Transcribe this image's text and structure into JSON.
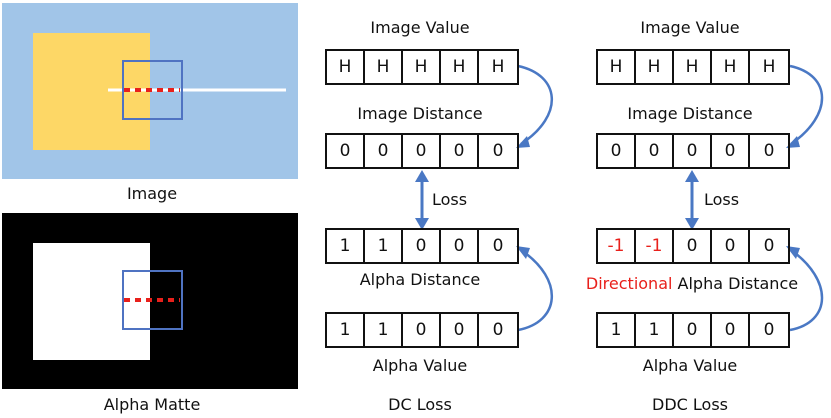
{
  "panels": {
    "image_caption": "Image",
    "alpha_caption": "Alpha Matte",
    "colors": {
      "sky": "#a1c5e8",
      "yellow": "#fdd766",
      "box": "#4f73c2",
      "dash_red": "#e8201b",
      "dash_white": "#ffffff",
      "matte_bg": "#000000",
      "matte_fg": "#ffffff"
    }
  },
  "dc": {
    "caption": "DC Loss",
    "image_value_label": "Image Value",
    "image_value": [
      "H",
      "H",
      "H",
      "H",
      "H"
    ],
    "image_distance_label": "Image Distance",
    "image_distance": [
      "0",
      "0",
      "0",
      "0",
      "0"
    ],
    "loss_label": "Loss",
    "alpha_distance": [
      "1",
      "1",
      "0",
      "0",
      "0"
    ],
    "alpha_distance_label": "Alpha Distance",
    "alpha_value": [
      "1",
      "1",
      "0",
      "0",
      "0"
    ],
    "alpha_value_label": "Alpha Value"
  },
  "ddc": {
    "caption": "DDC Loss",
    "image_value_label": "Image Value",
    "image_value": [
      "H",
      "H",
      "H",
      "H",
      "H"
    ],
    "image_distance_label": "Image Distance",
    "image_distance": [
      "0",
      "0",
      "0",
      "0",
      "0"
    ],
    "loss_label": "Loss",
    "alpha_distance": [
      "-1",
      "-1",
      "0",
      "0",
      "0"
    ],
    "alpha_distance_red_count": 2,
    "alpha_distance_label_prefix": "Directional",
    "alpha_distance_label_rest": "Alpha Distance",
    "alpha_value": [
      "1",
      "1",
      "0",
      "0",
      "0"
    ],
    "alpha_value_label": "Alpha Value"
  },
  "arrow_color": "#4a78c4"
}
